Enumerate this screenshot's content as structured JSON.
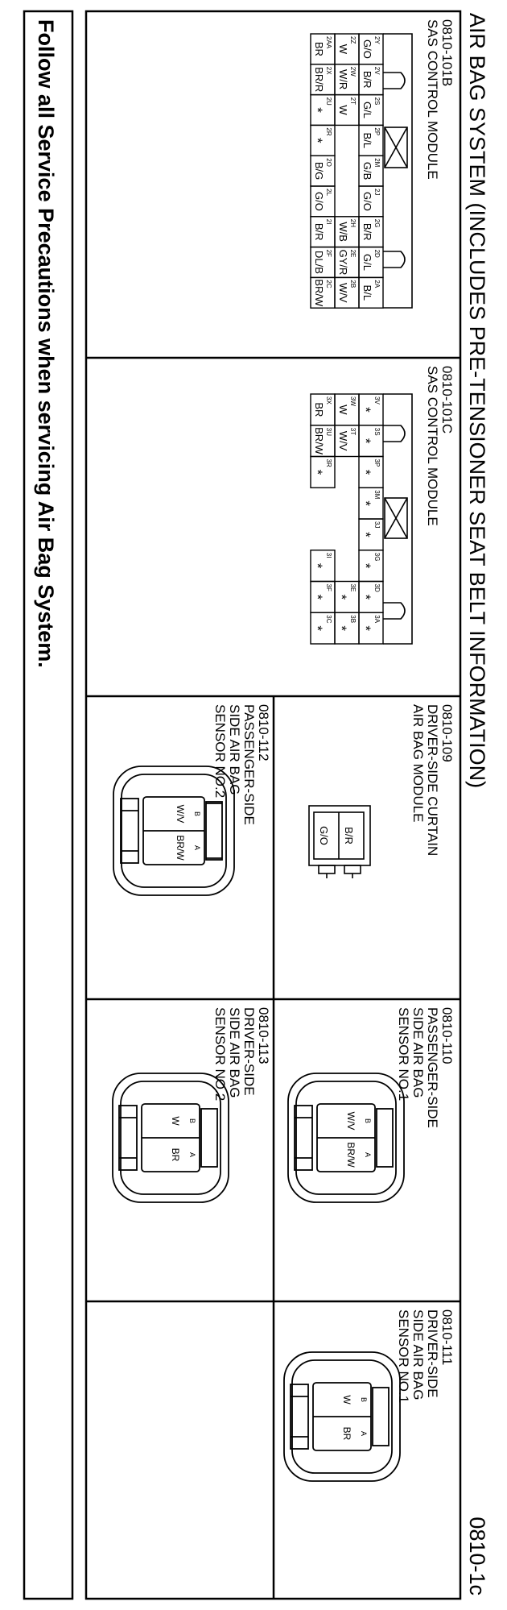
{
  "title": "AIR BAG SYSTEM (INCLUDES PRE-TENSIONER SEAT BELT INFORMATION)",
  "page_code": "0810-1c",
  "footer": "Follow all Service Precautions when servicing Air Bag System.",
  "connectors": [
    {
      "code": "0810-101B",
      "name_lines": [
        "SAS CONTROL MODULE"
      ],
      "pins": [
        [
          "2Y",
          "G/O"
        ],
        [
          "2V",
          "B/R"
        ],
        [
          "2S",
          "G/L"
        ],
        [
          "2P",
          "B/L"
        ],
        [
          "2M",
          "G/B"
        ],
        [
          "2J",
          "G/O"
        ],
        [
          "2G",
          "B/R"
        ],
        [
          "2D",
          "G/L"
        ],
        [
          "2A",
          "B/L"
        ],
        [
          "2Z",
          "W"
        ],
        [
          "2W",
          "W/R"
        ],
        [
          "2T",
          "W"
        ],
        [
          "2H",
          "W/B"
        ],
        [
          "2E",
          "GY/R"
        ],
        [
          "2B",
          "W/V"
        ],
        [
          "2AA",
          "BR"
        ],
        [
          "2X",
          "BR/R"
        ],
        [
          "2U",
          "*"
        ],
        [
          "2R",
          "*"
        ],
        [
          "2O",
          "B/G"
        ],
        [
          "2L",
          "G/O"
        ],
        [
          "2I",
          "B/R"
        ],
        [
          "2F",
          "DL/B"
        ],
        [
          "2C",
          "BR/W"
        ]
      ]
    },
    {
      "code": "0810-101C",
      "name_lines": [
        "SAS CONTROL MODULE"
      ],
      "pins": [
        [
          "3V",
          "*"
        ],
        [
          "3S",
          "*"
        ],
        [
          "3P",
          "*"
        ],
        [
          "3M",
          "*"
        ],
        [
          "3J",
          "*"
        ],
        [
          "3G",
          "*"
        ],
        [
          "3D",
          "*"
        ],
        [
          "3A",
          "*"
        ],
        [
          "3W",
          "W"
        ],
        [
          "3T",
          "W/V"
        ],
        [
          "3E",
          "*"
        ],
        [
          "3B",
          "*"
        ],
        [
          "3X",
          "BR"
        ],
        [
          "3U",
          "BR/W"
        ],
        [
          "3R",
          "*"
        ],
        [
          "3I",
          "*"
        ],
        [
          "3F",
          "*"
        ],
        [
          "3C",
          "*"
        ]
      ]
    },
    {
      "code": "0810-109",
      "name_lines": [
        "DRIVER-SIDE CURTAIN",
        "AIR BAG MODULE"
      ],
      "pins": [
        [
          "",
          "B/R"
        ],
        [
          "",
          "G/O"
        ]
      ]
    },
    {
      "code": "0810-112",
      "name_lines": [
        "PASSENGER-SIDE",
        "SIDE AIR BAG",
        "SENSOR NO.2"
      ],
      "pins": [
        [
          "B",
          "W/V"
        ],
        [
          "A",
          "BR/W"
        ]
      ]
    },
    {
      "code": "0810-110",
      "name_lines": [
        "PASSENGER-SIDE",
        "SIDE AIR BAG",
        "SENSOR NO.1"
      ],
      "pins": [
        [
          "B",
          "W/V"
        ],
        [
          "A",
          "BR/W"
        ]
      ]
    },
    {
      "code": "0810-113",
      "name_lines": [
        "DRIVER-SIDE",
        "SIDE AIR BAG",
        "SENSOR NO.2"
      ],
      "pins": [
        [
          "B",
          "W"
        ],
        [
          "A",
          "BR"
        ]
      ]
    },
    {
      "code": "0810-111",
      "name_lines": [
        "DRIVER-SIDE",
        "SIDE AIR BAG",
        "SENSOR NO.1"
      ],
      "pins": [
        [
          "B",
          "W"
        ],
        [
          "A",
          "BR"
        ]
      ]
    }
  ]
}
